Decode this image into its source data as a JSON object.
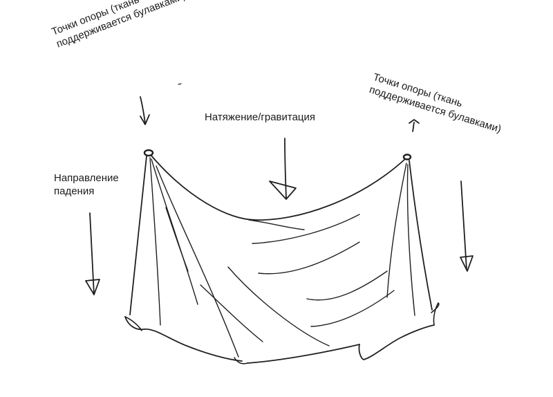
{
  "labels": {
    "left_pin": {
      "line1": "Точки опоры (ткань",
      "line2": "поддерживается булавками)"
    },
    "tension": {
      "text": "Натяжение/гравитация"
    },
    "fall_direction": {
      "line1": "Направление",
      "line2": "падения"
    },
    "right_pin": {
      "line1": "Точки опоры (ткань",
      "line2": "поддерживается булавками)"
    }
  },
  "colors": {
    "ink": "#1f1f1f",
    "background": "#ffffff"
  }
}
